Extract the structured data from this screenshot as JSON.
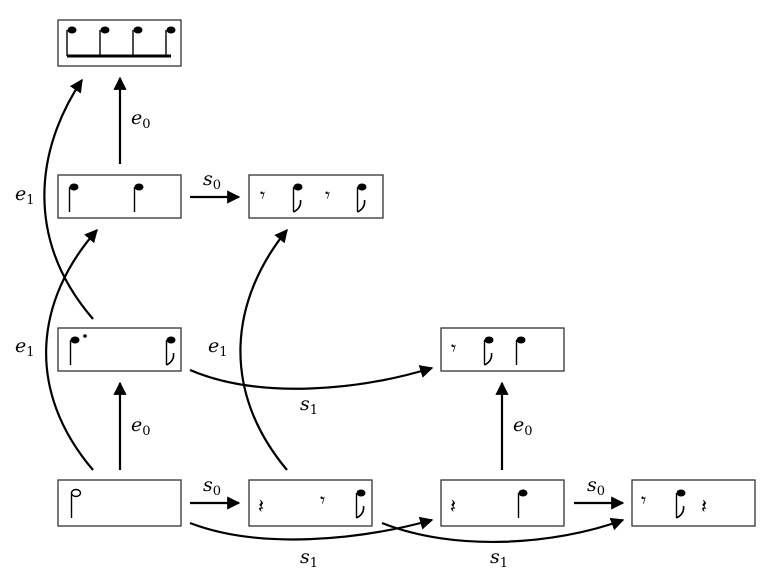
{
  "edges": [
    {
      "id": "e0-top",
      "label": "e",
      "sub": "0"
    },
    {
      "id": "e1-left-up",
      "label": "e",
      "sub": "1"
    },
    {
      "id": "s0-row2",
      "label": "s",
      "sub": "0"
    },
    {
      "id": "e1-left-mid",
      "label": "e",
      "sub": "1"
    },
    {
      "id": "e1-center",
      "label": "e",
      "sub": "1"
    },
    {
      "id": "e0-mid",
      "label": "e",
      "sub": "0"
    },
    {
      "id": "s1-row3",
      "label": "s",
      "sub": "1"
    },
    {
      "id": "e0-right",
      "label": "e",
      "sub": "0"
    },
    {
      "id": "s0-bottom-a",
      "label": "s",
      "sub": "0"
    },
    {
      "id": "s0-bottom-b",
      "label": "s",
      "sub": "0"
    },
    {
      "id": "s1-bottom-a",
      "label": "s",
      "sub": "1"
    },
    {
      "id": "s1-bottom-b",
      "label": "s",
      "sub": "1"
    }
  ],
  "colors": {
    "stroke": "#000000",
    "box_border": "#333333",
    "background": "#ffffff"
  }
}
